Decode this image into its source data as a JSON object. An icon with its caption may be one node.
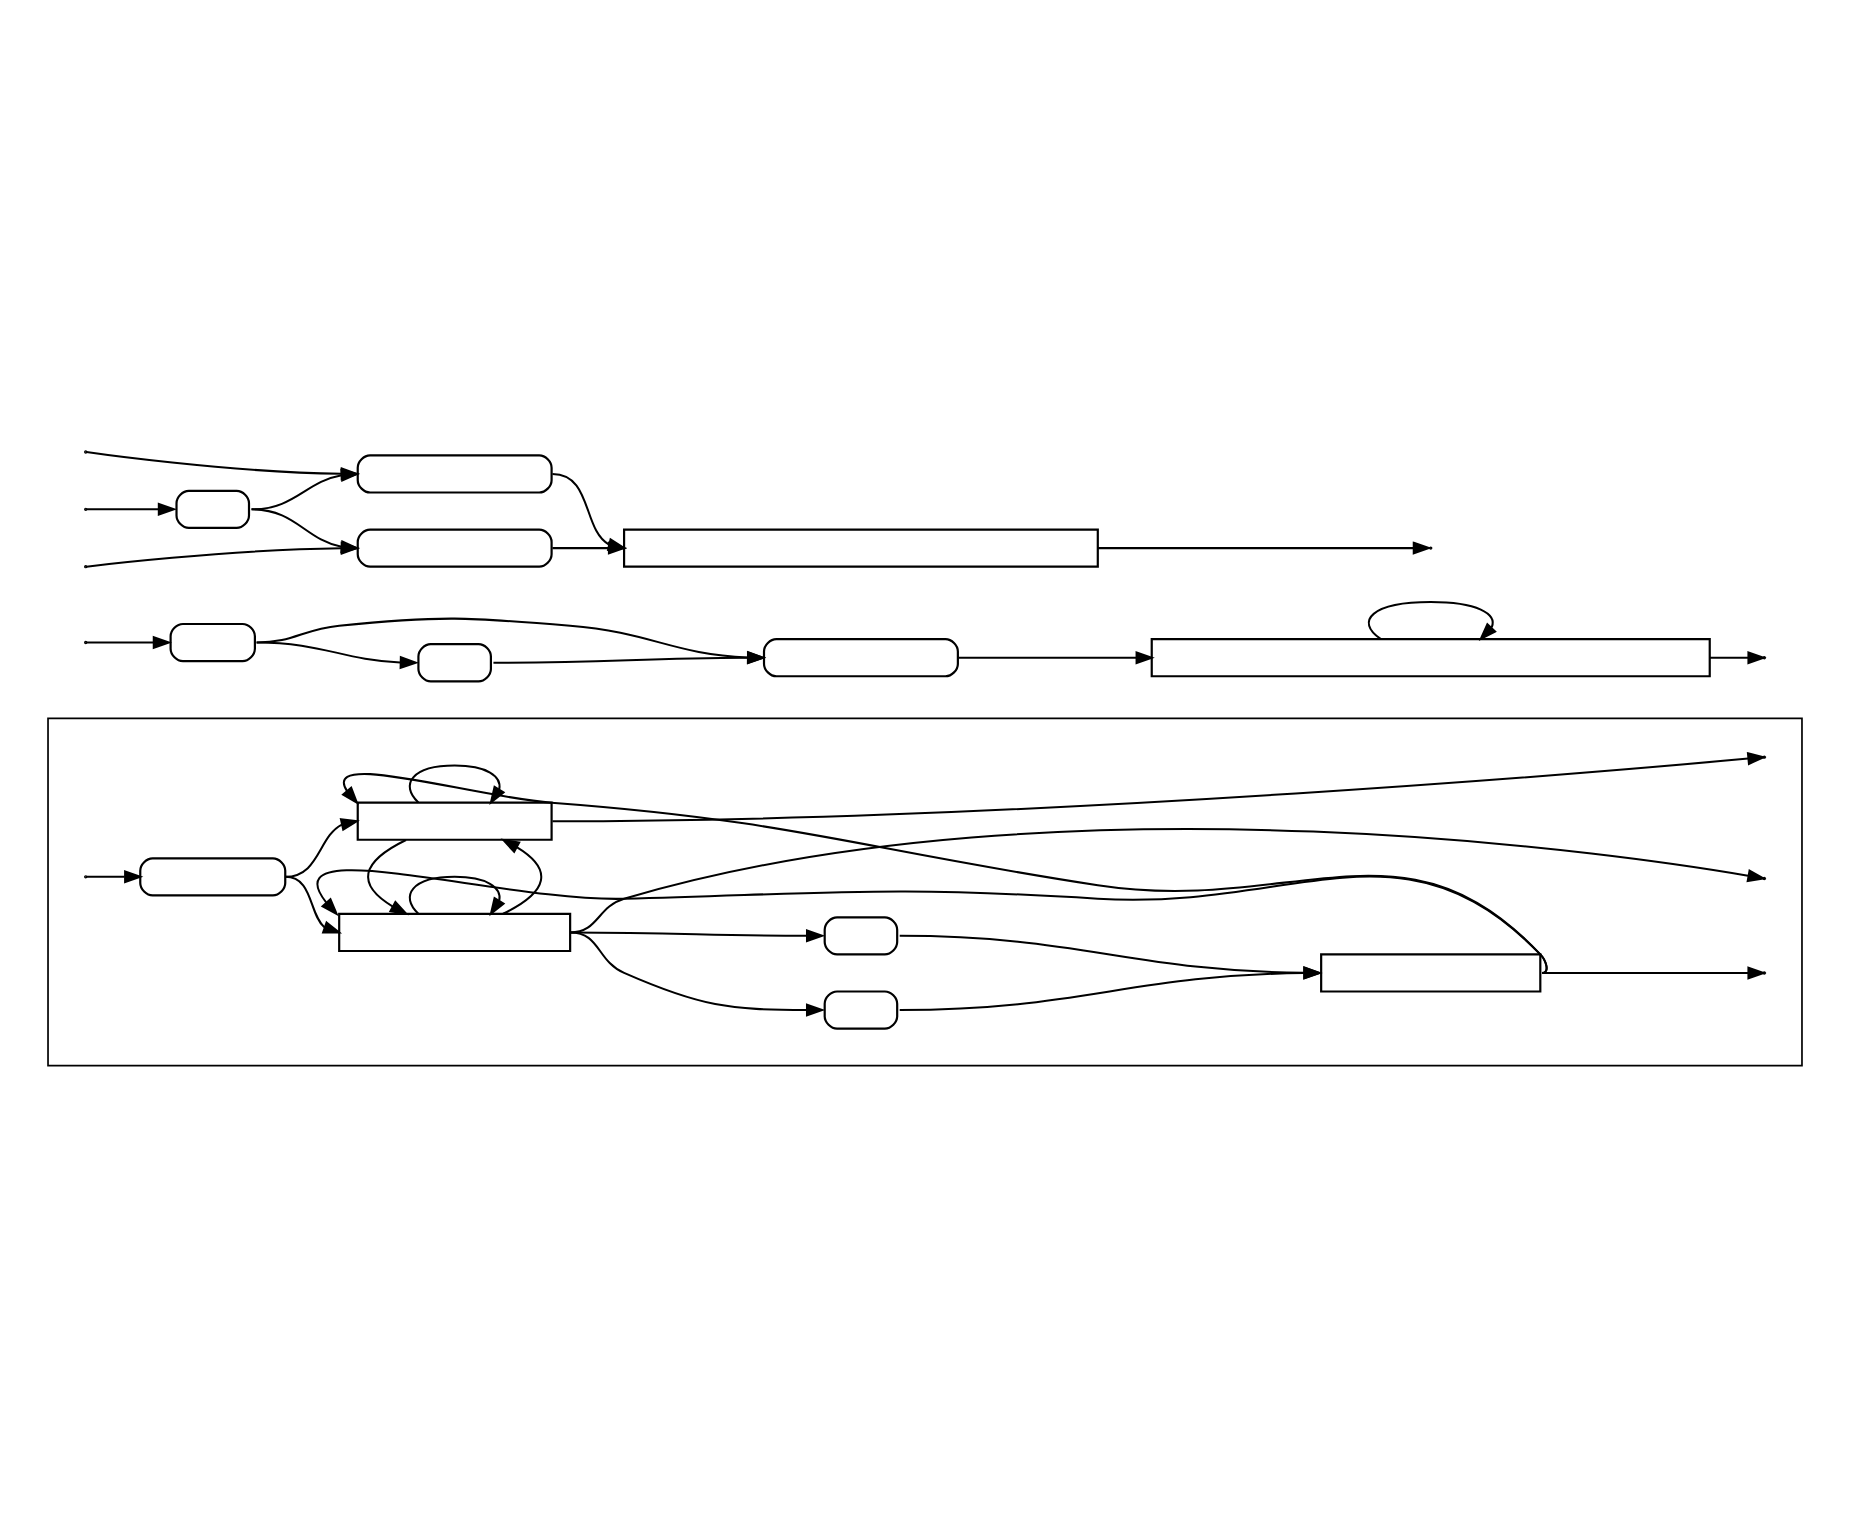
{
  "diagram": {
    "nodes": [
      {
        "text": [],
        "shape": "pill"
      },
      {
        "text": [],
        "shape": "pill"
      },
      {
        "text": [],
        "shape": "pill"
      },
      {
        "text": [],
        "shape": "box"
      },
      {
        "text": [],
        "shape": "pill"
      },
      {
        "text": [],
        "shape": "pill"
      },
      {
        "text": [],
        "shape": "pill"
      },
      {
        "text": [],
        "shape": "box"
      },
      {
        "text": [],
        "shape": "frame"
      },
      {
        "text": [],
        "shape": "pill",
        "in": 8
      },
      {
        "text": [],
        "shape": "box",
        "in": 8
      },
      {
        "text": [],
        "shape": "pill",
        "in": 8
      },
      {
        "text": [],
        "shape": "pill",
        "in": 8
      },
      {
        "text": [],
        "shape": "box",
        "in": 8
      },
      {
        "text": [],
        "shape": "box",
        "in": 8
      }
    ],
    "edges": [
      {
        "from": null,
        "to": 0,
        "arrow": "to"
      },
      {
        "from": null,
        "to": 1,
        "arrow": "to"
      },
      {
        "from": null,
        "to": 2,
        "arrow": "to"
      },
      {
        "from": 0,
        "to": 1,
        "arrow": "to"
      },
      {
        "from": 0,
        "to": 2,
        "arrow": "to"
      },
      {
        "from": 1,
        "to": 3,
        "arrow": "to"
      },
      {
        "from": 2,
        "to": 3,
        "arrow": "to"
      },
      {
        "from": 3,
        "to": null,
        "arrow": "to"
      },
      {
        "from": null,
        "to": 4,
        "arrow": "to"
      },
      {
        "from": 4,
        "to": 5,
        "arrow": "to"
      },
      {
        "from": 4,
        "to": 6,
        "arrow": "to"
      },
      {
        "from": 5,
        "to": 6,
        "arrow": "to"
      },
      {
        "from": 6,
        "to": 7,
        "arrow": "to"
      },
      {
        "from": 7,
        "to": 7,
        "arrow": "to"
      },
      {
        "from": 7,
        "to": null,
        "arrow": "to"
      },
      {
        "from": null,
        "to": 9,
        "arrow": "to"
      },
      {
        "from": 9,
        "to": 10,
        "arrow": "to"
      },
      {
        "from": 9,
        "to": 14,
        "arrow": "to"
      },
      {
        "from": 10,
        "to": 11,
        "arrow": "to"
      },
      {
        "from": 10,
        "to": 12,
        "arrow": "to"
      },
      {
        "from": 11,
        "to": 13,
        "arrow": "to"
      },
      {
        "from": 12,
        "to": 13,
        "arrow": "to"
      },
      {
        "from": 10,
        "to": null,
        "arrow": "to"
      },
      {
        "from": 13,
        "to": null,
        "arrow": "to"
      },
      {
        "from": 14,
        "to": null,
        "arrow": "to"
      },
      {
        "from": 10,
        "to": 10,
        "arrow": "to"
      },
      {
        "from": 10,
        "to": 14,
        "arrow": "to"
      },
      {
        "from": 13,
        "to": 10,
        "arrow": "to"
      },
      {
        "from": 13,
        "to": 14,
        "arrow": "to"
      },
      {
        "from": 14,
        "to": 10,
        "arrow": "to"
      },
      {
        "from": 14,
        "to": 14,
        "arrow": "to"
      }
    ]
  }
}
